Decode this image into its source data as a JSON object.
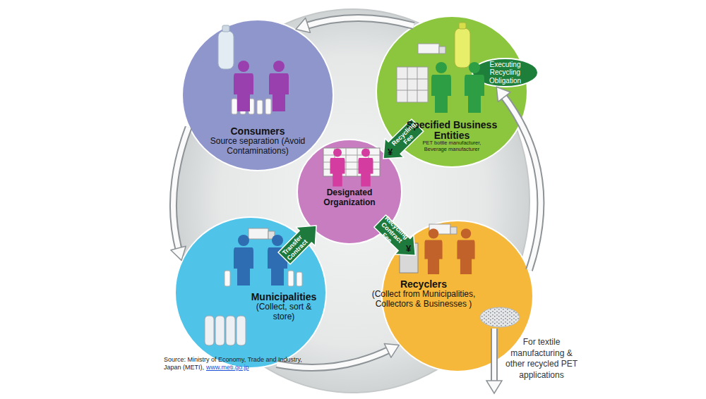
{
  "diagram": {
    "nodes": [
      {
        "text": [
          "Consumers",
          "Source separation (Avoid Contaminations)"
        ]
      },
      {
        "text": [
          "Specified Business Entities",
          "PET bottle manufacturer, Beverage manufacturer"
        ]
      },
      {
        "text": [
          "Executing Recycling Obligation"
        ]
      },
      {
        "text": [
          "Designated Organization"
        ]
      },
      {
        "text": [
          "Municipalities",
          "(Collect, sort & store)"
        ]
      },
      {
        "text": [
          "Recyclers",
          "(Collect from Municipalities, Collectors & Businesses )"
        ]
      }
    ],
    "edges": [
      {
        "from": 1,
        "to": 3,
        "label": "Recycling Fee",
        "arrow": "to"
      },
      {
        "from": 4,
        "to": 3,
        "label": "Transfer Contract",
        "arrow": "to"
      },
      {
        "from": 3,
        "to": 5,
        "label": "Recycling Contract Fee",
        "arrow": "to"
      },
      {
        "from": 1,
        "to": 0,
        "arrow": "to"
      },
      {
        "from": 0,
        "to": 4,
        "arrow": "to"
      },
      {
        "from": 4,
        "to": 5,
        "arrow": "to"
      },
      {
        "from": 5,
        "to": 2,
        "arrow": "to"
      }
    ],
    "labels": [
      "¥",
      "¥",
      "For textile manufacturing & other recycled PET applications",
      "Source: Ministry of Economy, Trade and Industry, Japan (METI),",
      "www.meti.go.jp"
    ]
  }
}
